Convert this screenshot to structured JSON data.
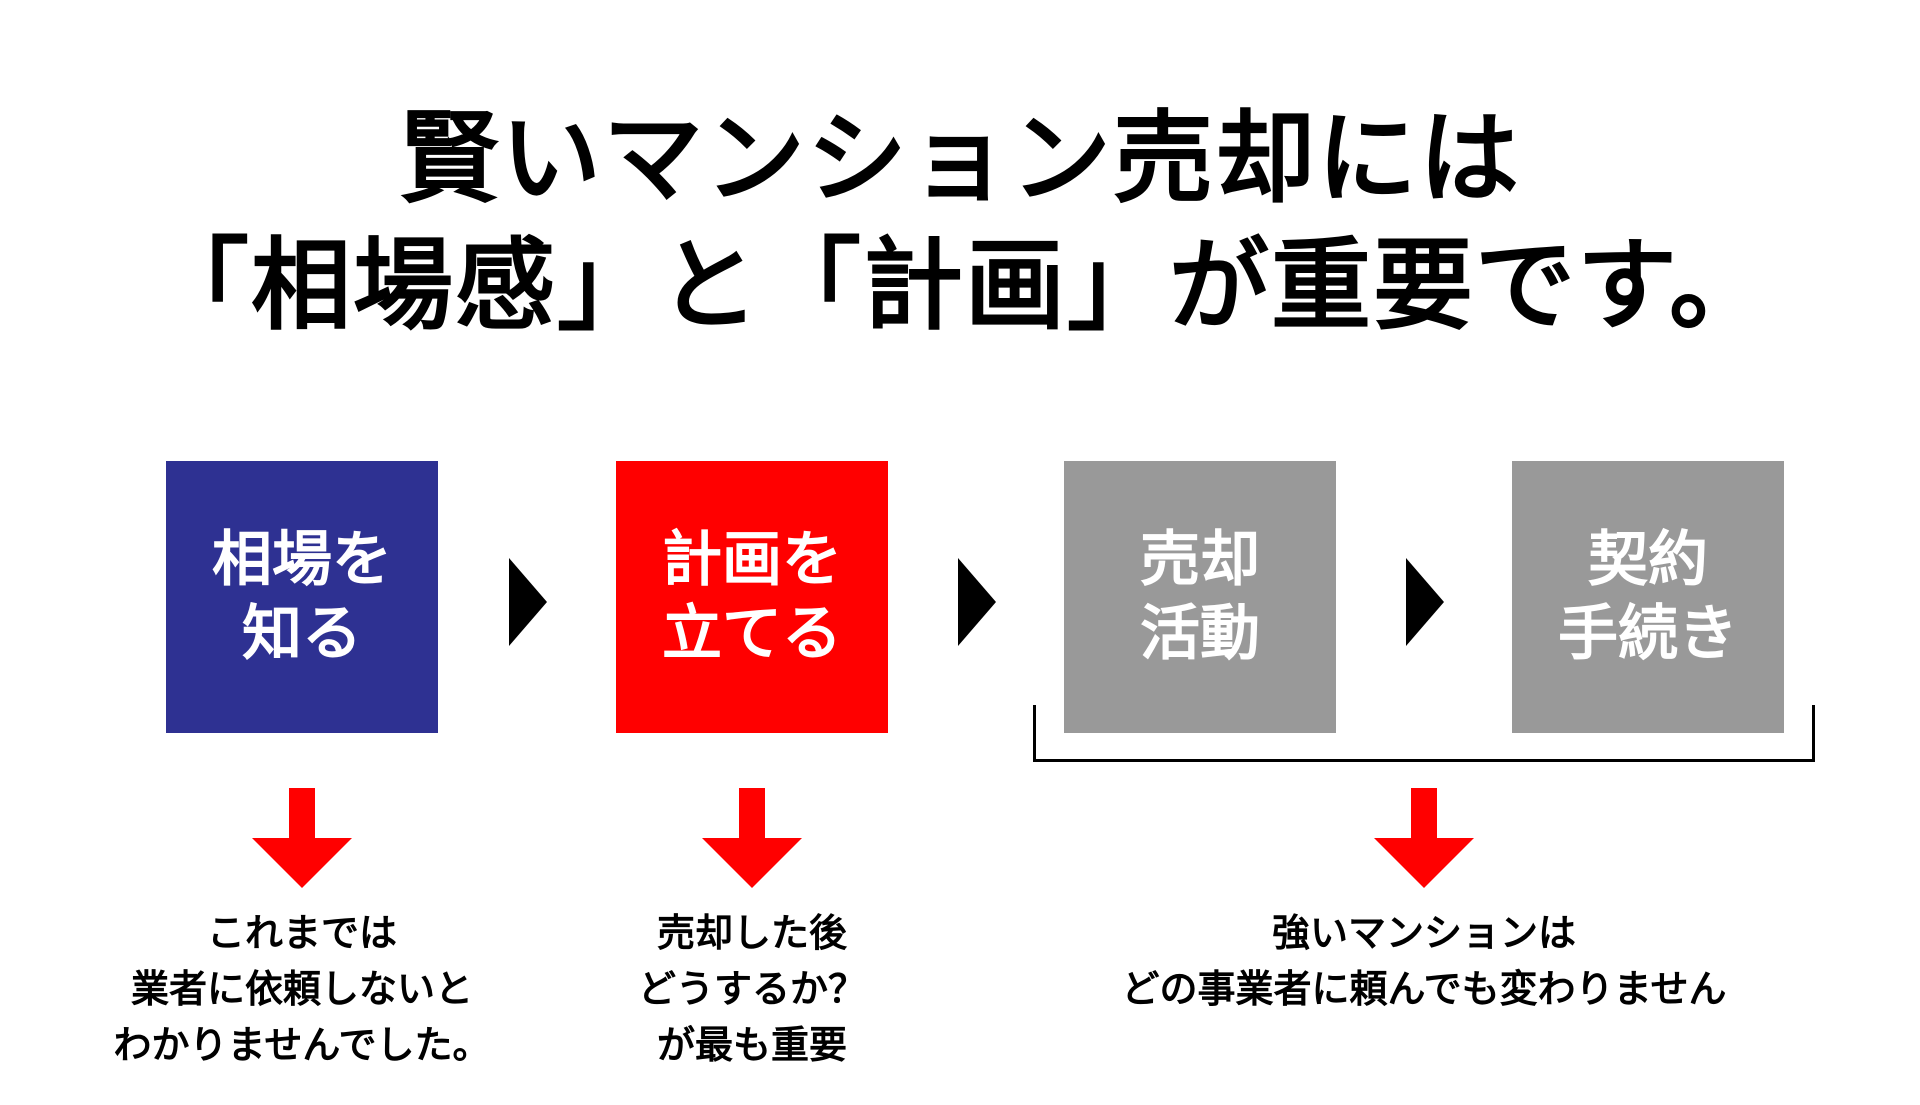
{
  "title": {
    "line1": "賢いマンション売却には",
    "line2": "「相場感」と「計画」が重要です。"
  },
  "colors": {
    "step1": "#2e3192",
    "step2": "#ff0000",
    "step3": "#999999",
    "step4": "#999999",
    "arrow": "#ff0000",
    "triangle": "#000000",
    "bracket": "#000000"
  },
  "steps": [
    {
      "line1": "相場を",
      "line2": "知る"
    },
    {
      "line1": "計画を",
      "line2": "立てる"
    },
    {
      "line1": "売却",
      "line2": "活動"
    },
    {
      "line1": "契約",
      "line2": "手続き"
    }
  ],
  "notes": [
    {
      "lines": [
        "これまでは",
        "業者に依頼しないと",
        "わかりませんでした。"
      ]
    },
    {
      "lines": [
        "売却した後",
        "どうするか？",
        "が最も重要"
      ]
    },
    {
      "lines": [
        "強いマンションは",
        "どの事業者に頼んでも変わりません"
      ]
    }
  ]
}
